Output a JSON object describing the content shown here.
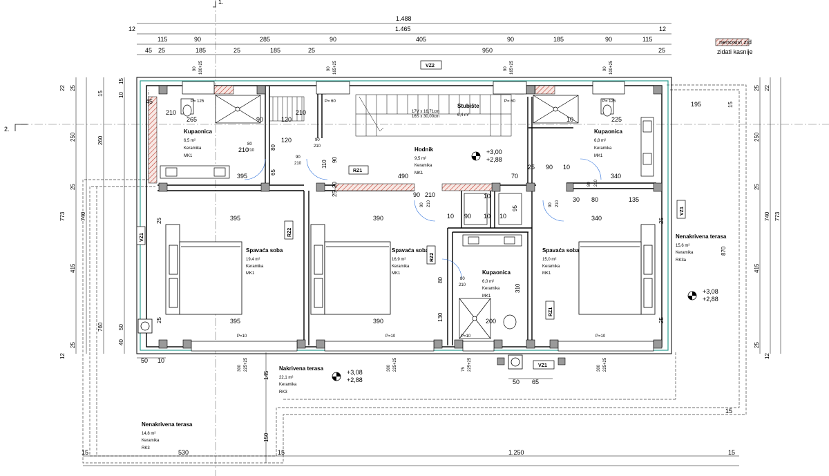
{
  "legend": {
    "line1": "nenosivi zid",
    "line2": "zidati kasnije"
  },
  "section_marks": [
    "1.",
    "2."
  ],
  "dims_top": {
    "row1": [
      "1.488"
    ],
    "row2": [
      "12",
      "1.465",
      "12"
    ],
    "row3": [
      "115",
      "90",
      "285",
      "90",
      "405",
      "90",
      "185",
      "90",
      "115"
    ],
    "row4": [
      "45",
      "25",
      "185",
      "25",
      "185",
      "25",
      "950",
      "25"
    ]
  },
  "dims_left": [
    "22",
    "25",
    "15",
    "10",
    "15",
    "45",
    "250",
    "260",
    "773",
    "740",
    "415",
    "760",
    "50",
    "40",
    "12",
    "25",
    "25"
  ],
  "dims_right": [
    "22",
    "25",
    "195",
    "15",
    "250",
    "25",
    "773",
    "740",
    "415",
    "870",
    "25",
    "12"
  ],
  "dims_bottom": [
    "50",
    "10",
    "145",
    "150",
    "15",
    "15",
    "530",
    "1.250",
    "15",
    "15",
    "50",
    "65"
  ],
  "dims_interior": [
    "395",
    "390",
    "340",
    "395",
    "390",
    "200",
    "395",
    "490",
    "70",
    "90",
    "10",
    "340",
    "30",
    "80",
    "135",
    "265",
    "120",
    "225",
    "120",
    "80",
    "210",
    "90",
    "210",
    "110",
    "90",
    "65",
    "25",
    "20",
    "25",
    "10",
    "90",
    "10",
    "95",
    "10",
    "310",
    "130",
    "10",
    "80",
    "210",
    "90",
    "210",
    "10",
    "25",
    "25",
    "25",
    "25"
  ],
  "rooms": [
    {
      "name": "Kupaonica",
      "area": "6,5 m²",
      "floor": "Keramika",
      "code": "MK1"
    },
    {
      "name": "Stubište",
      "area": "6,4 m²",
      "floor": "",
      "code": ""
    },
    {
      "name": "Kupaonica",
      "area": "6,8 m²",
      "floor": "Keramika",
      "code": "MK1"
    },
    {
      "name": "Hodnik",
      "area": "9,5 m²",
      "floor": "Keramika",
      "code": "MK1"
    },
    {
      "name": "Spavaća soba",
      "area": "19,4 m²",
      "floor": "Keramika",
      "code": "MK1"
    },
    {
      "name": "Spavaća soba",
      "area": "16,9 m²",
      "floor": "Keramika",
      "code": "MK1"
    },
    {
      "name": "Spavaća soba",
      "area": "15,0 m²",
      "floor": "Keramika",
      "code": "MK1"
    },
    {
      "name": "Kupaonica",
      "area": "6,0 m²",
      "floor": "Keramika",
      "code": "MK1"
    },
    {
      "name": "Nenakrivena terasa",
      "area": "15,6 m²",
      "floor": "Keramika",
      "code": "RK3a"
    },
    {
      "name": "Nakrivena terasa",
      "area": "22,1 m²",
      "floor": "Keramika",
      "code": "RK3"
    },
    {
      "name": "Nenakrivena terasa",
      "area": "14,8 m²",
      "floor": "Keramika",
      "code": "RK3"
    }
  ],
  "stair_note": {
    "line1": "17V x 16,71cm",
    "line2": "16Š x 30,00cm"
  },
  "levels": [
    {
      "top": "+3,00",
      "bottom": "+2,88"
    },
    {
      "top": "+3,08",
      "bottom": "+2,88"
    },
    {
      "top": "+3,08",
      "bottom": "+2,88"
    }
  ],
  "tags": [
    "VZ2",
    "RZ1",
    "RZ2",
    "RZ2",
    "VZ1",
    "VZ1",
    "VZ1",
    "RZ1"
  ],
  "parapets": [
    "P= 125",
    "P= 60",
    "P= 60",
    "P= 125",
    "P=10",
    "P=10",
    "P=10",
    "P=10"
  ],
  "window_top_labels": [
    "90",
    "100+25",
    "90",
    "165+25",
    "90",
    "165+25",
    "90",
    "100+25"
  ],
  "window_bottom_labels": [
    "300",
    "225+25",
    "300",
    "225+25",
    "75",
    "225+25",
    "300",
    "225+25"
  ],
  "door_labels": [
    {
      "w": "80",
      "h": "210"
    },
    {
      "w": "90",
      "h": "210"
    },
    {
      "w": "90",
      "h": "210"
    },
    {
      "w": "80",
      "h": "210"
    },
    {
      "w": "90",
      "h": "210"
    },
    {
      "w": "80",
      "h": "210"
    },
    {
      "w": "90",
      "h": "210"
    }
  ]
}
